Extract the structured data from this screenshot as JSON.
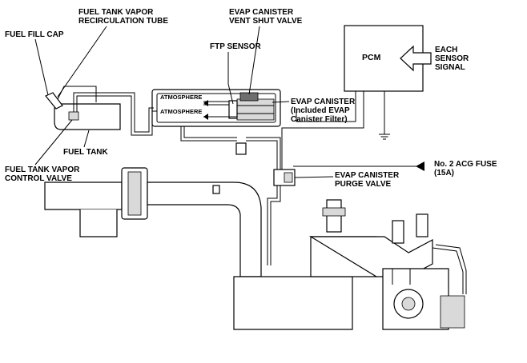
{
  "labels": {
    "fuel_fill_cap": "FUEL FILL CAP",
    "recirc_tube_line1": "FUEL TANK VAPOR",
    "recirc_tube_line2": "RECIRCULATION TUBE",
    "vent_shut_line1": "EVAP CANISTER",
    "vent_shut_line2": "VENT SHUT VALVE",
    "ftp_sensor": "FTP SENSOR",
    "pcm": "PCM",
    "each_sensor_line1": "EACH",
    "each_sensor_line2": "SENSOR",
    "each_sensor_line3": "SIGNAL",
    "atmosphere_1": "ATMOSPHERE",
    "atmosphere_2": "ATMOSPHERE",
    "canister_line1": "EVAP CANISTER",
    "canister_line2": "(Included EVAP",
    "canister_line3": "Canister Filter)",
    "fuel_tank": "FUEL TANK",
    "control_valve_line1": "FUEL TANK VAPOR",
    "control_valve_line2": "CONTROL VALVE",
    "fuse_line1": "No. 2 ACG FUSE",
    "fuse_line2": "(15A)",
    "purge_line1": "EVAP CANISTER",
    "purge_line2": "PURGE VALVE"
  },
  "colors": {
    "line": "#000000",
    "background": "#ffffff",
    "shade": "#d9d9d9"
  }
}
